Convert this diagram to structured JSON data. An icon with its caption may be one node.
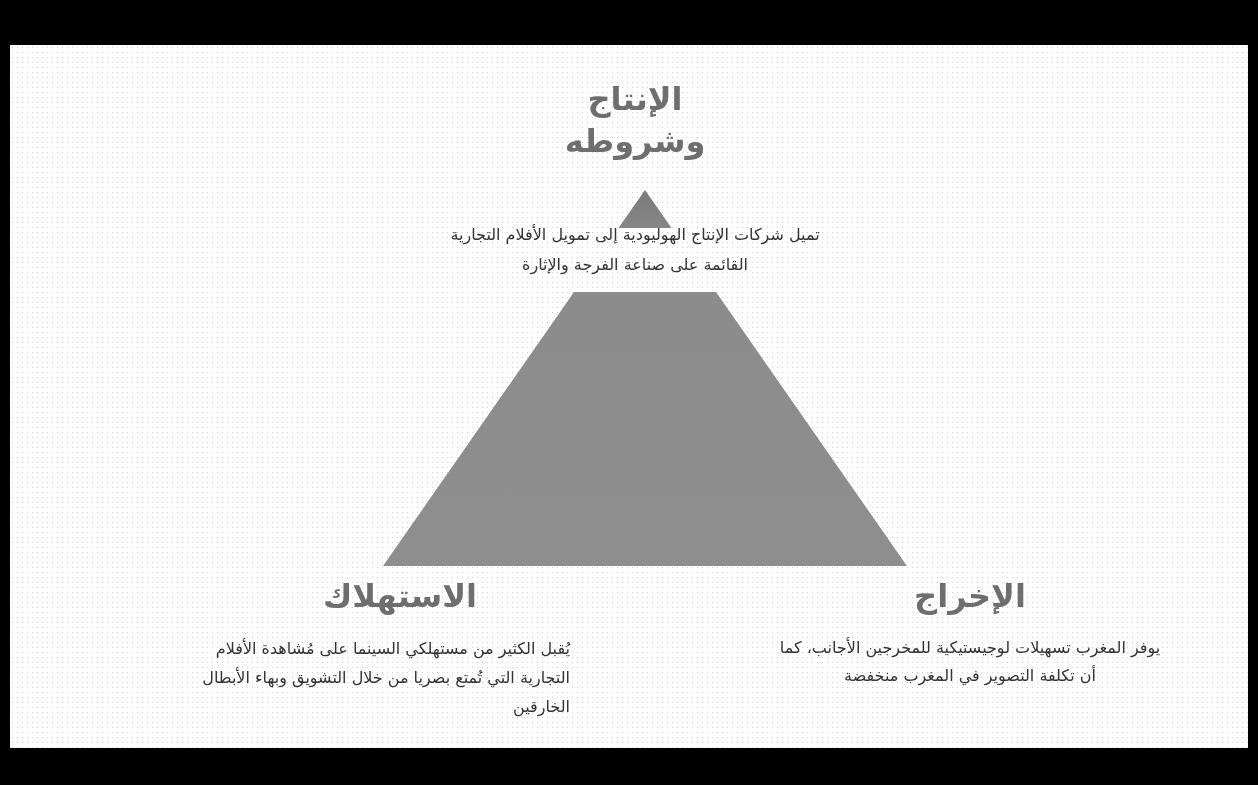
{
  "diagram": {
    "nodes": [
      {
        "text": [
          "الإنتاج وشروطه",
          "تميل شركات الإنتاج الهوليودية إلى تمويل الأفلام التجارية القائمة على صناعة الفرجة والإثارة"
        ]
      },
      {
        "text": [],
        "shape": "triangle"
      },
      {
        "text": [
          "الإخراج",
          "يوفر المغرب تسهيلات لوجيستيكية للمخرجين الأجانب، كما أن تكلفة التصوير في المغرب منخفضة"
        ]
      },
      {
        "text": [
          "الاستهلاك",
          "يُقبل الكثير من مستهلكي السينما على مُشاهدة الأفلام التجارية التي تُمتع بصريا من خلال التشويق وبهاء الأبطال الخارقين"
        ]
      }
    ]
  }
}
